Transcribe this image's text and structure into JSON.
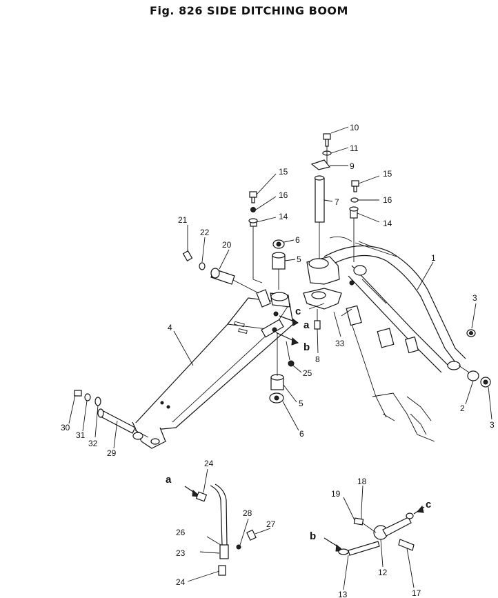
{
  "figure": {
    "title": "Fig. 826   SIDE DITCHING BOOM"
  },
  "callouts": [
    {
      "id": "c10",
      "label": "10"
    },
    {
      "id": "c11",
      "label": "11"
    },
    {
      "id": "c9",
      "label": "9"
    },
    {
      "id": "c15a",
      "label": "15"
    },
    {
      "id": "c15b",
      "label": "15"
    },
    {
      "id": "c16a",
      "label": "16"
    },
    {
      "id": "c16b",
      "label": "16"
    },
    {
      "id": "c7",
      "label": "7"
    },
    {
      "id": "c14a",
      "label": "14"
    },
    {
      "id": "c14b",
      "label": "14"
    },
    {
      "id": "c21",
      "label": "21"
    },
    {
      "id": "c22",
      "label": "22"
    },
    {
      "id": "c20",
      "label": "20"
    },
    {
      "id": "c6a",
      "label": "6"
    },
    {
      "id": "c5a",
      "label": "5"
    },
    {
      "id": "c1",
      "label": "1"
    },
    {
      "id": "c3a",
      "label": "3"
    },
    {
      "id": "c4",
      "label": "4"
    },
    {
      "id": "c8",
      "label": "8"
    },
    {
      "id": "c33",
      "label": "33"
    },
    {
      "id": "c25",
      "label": "25"
    },
    {
      "id": "c5b",
      "label": "5"
    },
    {
      "id": "c6b",
      "label": "6"
    },
    {
      "id": "c2",
      "label": "2"
    },
    {
      "id": "c3b",
      "label": "3"
    },
    {
      "id": "c30",
      "label": "30"
    },
    {
      "id": "c31",
      "label": "31"
    },
    {
      "id": "c32",
      "label": "32"
    },
    {
      "id": "c29",
      "label": "29"
    },
    {
      "id": "c24a",
      "label": "24"
    },
    {
      "id": "c28",
      "label": "28"
    },
    {
      "id": "c27",
      "label": "27"
    },
    {
      "id": "c26",
      "label": "26"
    },
    {
      "id": "c23",
      "label": "23"
    },
    {
      "id": "c24b",
      "label": "24"
    },
    {
      "id": "c18",
      "label": "18"
    },
    {
      "id": "c19",
      "label": "19"
    },
    {
      "id": "c12",
      "label": "12"
    },
    {
      "id": "c13",
      "label": "13"
    },
    {
      "id": "c17",
      "label": "17"
    }
  ],
  "views": [
    {
      "id": "va1",
      "label": "a"
    },
    {
      "id": "vb1",
      "label": "b"
    },
    {
      "id": "vc1",
      "label": "c"
    },
    {
      "id": "va2",
      "label": "a"
    },
    {
      "id": "vb2",
      "label": "b"
    },
    {
      "id": "vc2",
      "label": "c"
    }
  ]
}
